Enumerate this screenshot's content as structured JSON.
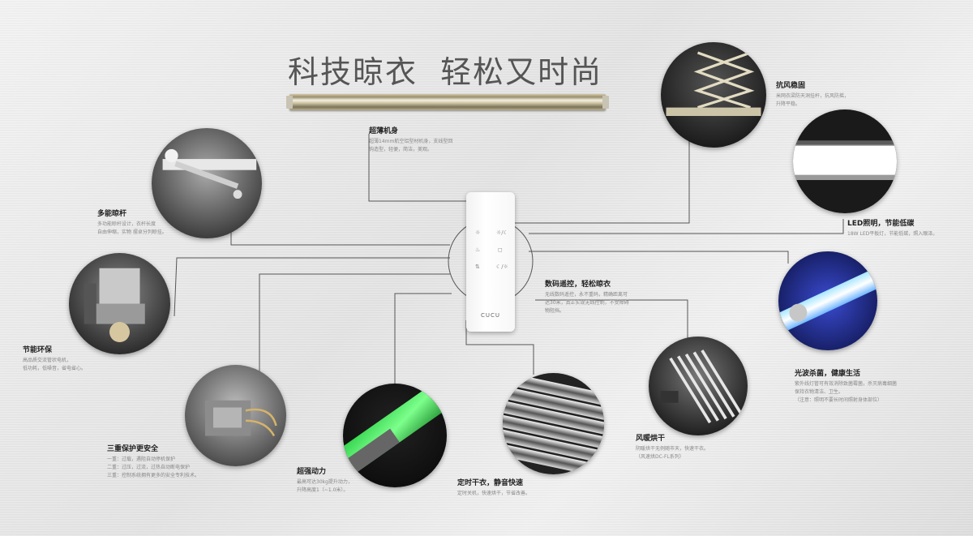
{
  "headline": "科技晾衣  轻松又时尚",
  "remote": {
    "brand": "CUCU",
    "buttons": [
      "☼",
      "☼/☾",
      "♨",
      "◻",
      "⇅",
      "☾/☼"
    ]
  },
  "features": {
    "rail": {
      "title": "超薄机身",
      "lines": [
        "超薄14mm航空铝型材机身，支线型回",
        "钩造型，轻便，简洁，美观。"
      ]
    },
    "rod": {
      "title": "多能晾杆",
      "lines": [
        "多功能晾杆设计，衣杆长度",
        "自由伸缩，实物  摆卓分列晾挂。"
      ]
    },
    "motor": {
      "title": "节能环保",
      "lines": [
        "高品质交流管状电机，",
        "低功耗，低噪音，省电省心。"
      ]
    },
    "safety": {
      "title": "三重保护更安全",
      "lines": [
        "一重：过载，遇阻自动停机保护",
        "二重：过压，过流，过热自动断电保护",
        "三重：控制系统拥有更多的安全专利技术。"
      ]
    },
    "power": {
      "title": "超强动力",
      "lines": [
        "最高可达30kg提升动力，",
        "升降高度1（~1.0米）。"
      ]
    },
    "timer": {
      "title": "定时干衣，静音快速",
      "lines": [
        "定时关机，快速烘干，节省改善。"
      ]
    },
    "dryer": {
      "title": "风暖烘干",
      "lines": [
        "阴暖烘干无例随市天，快速干衣。",
        "（风速烘DC-FL系列）"
      ]
    },
    "uv": {
      "title": "光波杀菌，健康生活",
      "lines": [
        "紫外线灯管可有效消除致菌霉菌，杀灭病毒细菌",
        "保持衣物清洁、卫生。",
        "（注意：照明不要长时间照射身体部位）"
      ]
    },
    "remote_ctrl": {
      "title": "数码遥控，轻松晾衣",
      "lines": [
        "无线数码遥控，永不重码，精确距离可",
        "达30米，真正实现无线控制，不受障碍",
        "物阻挡。"
      ]
    },
    "led": {
      "title": "LED照明，节能低碳",
      "lines": [
        "18W  LED平板灯，节能低碳，照入眼泽。"
      ]
    },
    "wind": {
      "title": "抗风稳固",
      "lines": [
        "米网衣梁防天洞挂杆，抗风防摇，",
        "升降平稳。"
      ]
    }
  }
}
